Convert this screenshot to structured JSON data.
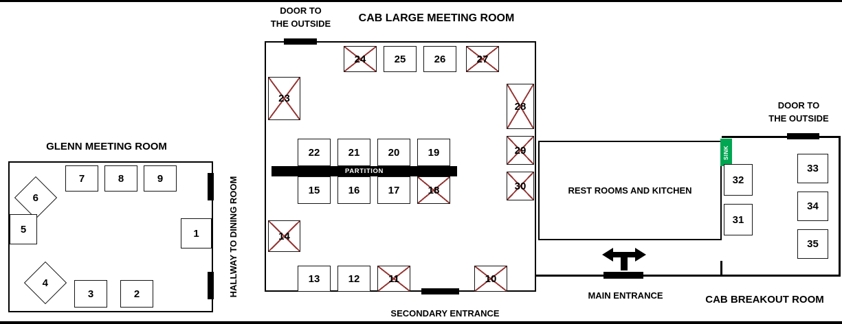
{
  "colors": {
    "wall": "#000000",
    "cross": "#953735",
    "sink_green": "#00A651",
    "background": "#ffffff"
  },
  "rooms": {
    "glenn": {
      "title": "GLENN MEETING ROOM"
    },
    "cab_large": {
      "title": "CAB LARGE MEETING ROOM"
    },
    "cab_breakout": {
      "title": "CAB BREAKOUT ROOM"
    },
    "restrooms": {
      "label": "REST ROOMS AND KITCHEN"
    }
  },
  "labels": {
    "door_outside_top": {
      "line1": "DOOR TO",
      "line2": "THE OUTSIDE"
    },
    "door_outside_right": {
      "line1": "DOOR TO",
      "line2": "THE OUTSIDE"
    },
    "hallway": "HALLWAY TO DINING ROOM",
    "partition": "PARTITION",
    "secondary_entrance": "SECONDARY ENTRANCE",
    "main_entrance": "MAIN ENTRANCE",
    "sink": "SINK"
  },
  "tables": {
    "t1": {
      "label": "1",
      "crossed": false
    },
    "t2": {
      "label": "2",
      "crossed": false
    },
    "t3": {
      "label": "3",
      "crossed": false
    },
    "t4": {
      "label": "4",
      "crossed": false
    },
    "t5": {
      "label": "5",
      "crossed": false
    },
    "t6": {
      "label": "6",
      "crossed": false
    },
    "t7": {
      "label": "7",
      "crossed": false
    },
    "t8": {
      "label": "8",
      "crossed": false
    },
    "t9": {
      "label": "9",
      "crossed": false
    },
    "t10": {
      "label": "10",
      "crossed": true
    },
    "t11": {
      "label": "11",
      "crossed": true
    },
    "t12": {
      "label": "12",
      "crossed": false
    },
    "t13": {
      "label": "13",
      "crossed": false
    },
    "t14": {
      "label": "14",
      "crossed": true
    },
    "t15": {
      "label": "15",
      "crossed": false
    },
    "t16": {
      "label": "16",
      "crossed": false
    },
    "t17": {
      "label": "17",
      "crossed": false
    },
    "t18": {
      "label": "18",
      "crossed": true
    },
    "t19": {
      "label": "19",
      "crossed": false
    },
    "t20": {
      "label": "20",
      "crossed": false
    },
    "t21": {
      "label": "21",
      "crossed": false
    },
    "t22": {
      "label": "22",
      "crossed": false
    },
    "t23": {
      "label": "23",
      "crossed": true
    },
    "t24": {
      "label": "24",
      "crossed": true
    },
    "t25": {
      "label": "25",
      "crossed": false
    },
    "t26": {
      "label": "26",
      "crossed": false
    },
    "t27": {
      "label": "27",
      "crossed": true
    },
    "t28": {
      "label": "28",
      "crossed": true
    },
    "t29": {
      "label": "29",
      "crossed": true
    },
    "t30": {
      "label": "30",
      "crossed": true
    },
    "t31": {
      "label": "31",
      "crossed": false
    },
    "t32": {
      "label": "32",
      "crossed": false
    },
    "t33": {
      "label": "33",
      "crossed": false
    },
    "t34": {
      "label": "34",
      "crossed": false
    },
    "t35": {
      "label": "35",
      "crossed": false
    }
  }
}
